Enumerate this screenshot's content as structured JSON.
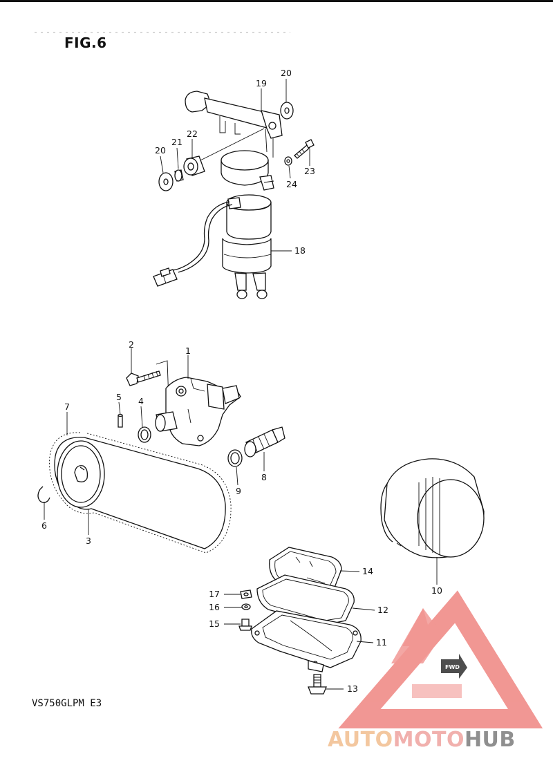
{
  "figure": {
    "title": "FIG.6",
    "model_code": "VS750GLPM E3"
  },
  "callouts": {
    "c1": "1",
    "c2": "2",
    "c3": "3",
    "c4": "4",
    "c5": "5",
    "c6": "6",
    "c7": "7",
    "c8": "8",
    "c9": "9",
    "c10": "10",
    "c11": "11",
    "c12": "12",
    "c13": "13",
    "c14": "14",
    "c15": "15",
    "c16": "16",
    "c17": "17",
    "c18": "18",
    "c19": "19",
    "c20a": "20",
    "c20b": "20",
    "c21": "21",
    "c22": "22",
    "c23": "23",
    "c24": "24"
  },
  "watermark": {
    "part1": "AUTO",
    "part2": "MOTO",
    "part3": "HUB",
    "fwd_label": "FWD",
    "colors": {
      "auto": "#f3c79f",
      "moto": "#f1b0ad",
      "hub": "#8f8f8f",
      "triangle": "#f08c88"
    }
  }
}
